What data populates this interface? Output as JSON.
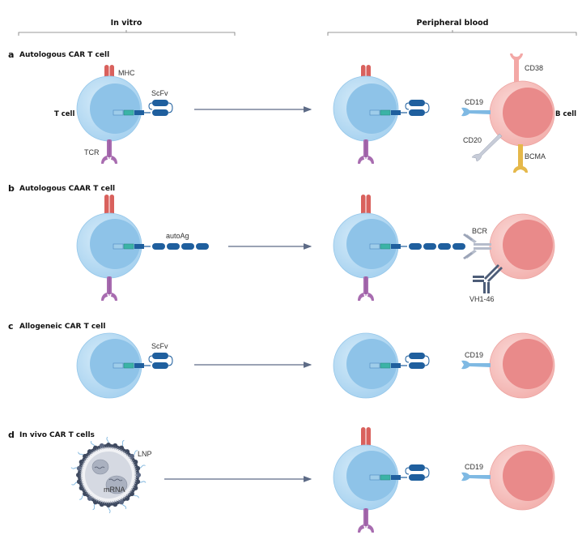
{
  "headers": {
    "left": "In vitro",
    "right": "Peripheral blood"
  },
  "colors": {
    "tcell_outer": "#bfe0f5",
    "tcell_inner": "#8ec3e8",
    "bcell_outer": "#f7c6c4",
    "bcell_inner": "#e98a8a",
    "mhc": "#d9615d",
    "tcr": "#a86cb0",
    "car_dark": "#1f5f9e",
    "car_teal": "#3bb3a6",
    "car_light": "#9fcdea",
    "cd19": "#7fb9e3",
    "cd20": "#c7ccd8",
    "bcma": "#e5b84a",
    "cd38": "#f3a8a6",
    "bcr": "#b5bccb",
    "vh": "#4d5d78",
    "arrow": "#5d6b86",
    "lnp_shell": "#3f4a60",
    "lnp_fill": "#d5d9e2",
    "peg": "#7fb6de"
  },
  "panels": [
    {
      "letter": "a",
      "title": "Autologous CAR T cell",
      "labels": {
        "mhc": "MHC",
        "scfv": "ScFv",
        "tcell": "T cell",
        "tcr": "TCR",
        "cd38": "CD38",
        "cd19": "CD19",
        "bcell": "B cell",
        "cd20": "CD20",
        "bcma": "BCMA"
      }
    },
    {
      "letter": "b",
      "title": "Autologous CAAR T cell",
      "labels": {
        "autoag": "autoAg",
        "bcr": "BCR",
        "vh": "VH1-46"
      }
    },
    {
      "letter": "c",
      "title": "Allogeneic CAR T cell",
      "labels": {
        "scfv": "ScFv",
        "cd19": "CD19"
      }
    },
    {
      "letter": "d",
      "title": "In vivo CAR T cells",
      "labels": {
        "lnp": "LNP",
        "mrna": "mRNA",
        "cd19": "CD19"
      }
    }
  ]
}
